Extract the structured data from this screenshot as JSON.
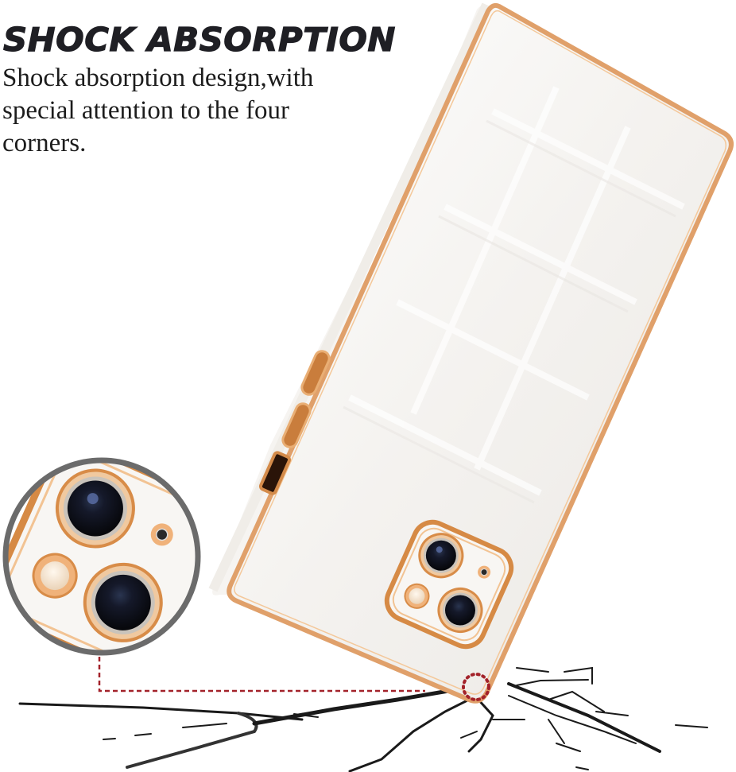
{
  "feature": {
    "title": "SHOCK ABSORPTION",
    "description": "Shock absorption design,with special attention to the four corners."
  },
  "product": {
    "type": "phone case",
    "finish": "white glossy with gold plated edges",
    "icons": [
      "phone-case",
      "camera-module",
      "zoom-callout-circle",
      "impact-point-marker",
      "cracked-surface"
    ]
  },
  "colors": {
    "background": "#ffffff",
    "text": "#1c1c1c",
    "case_body": "#f3f1ee",
    "gold_edge": "#e3a36b",
    "gold_dark": "#b86a2a",
    "lens": "#111417",
    "callout_ring": "#6b6b6b",
    "marker": "#a3222a",
    "crack": "#1a1a1a"
  }
}
